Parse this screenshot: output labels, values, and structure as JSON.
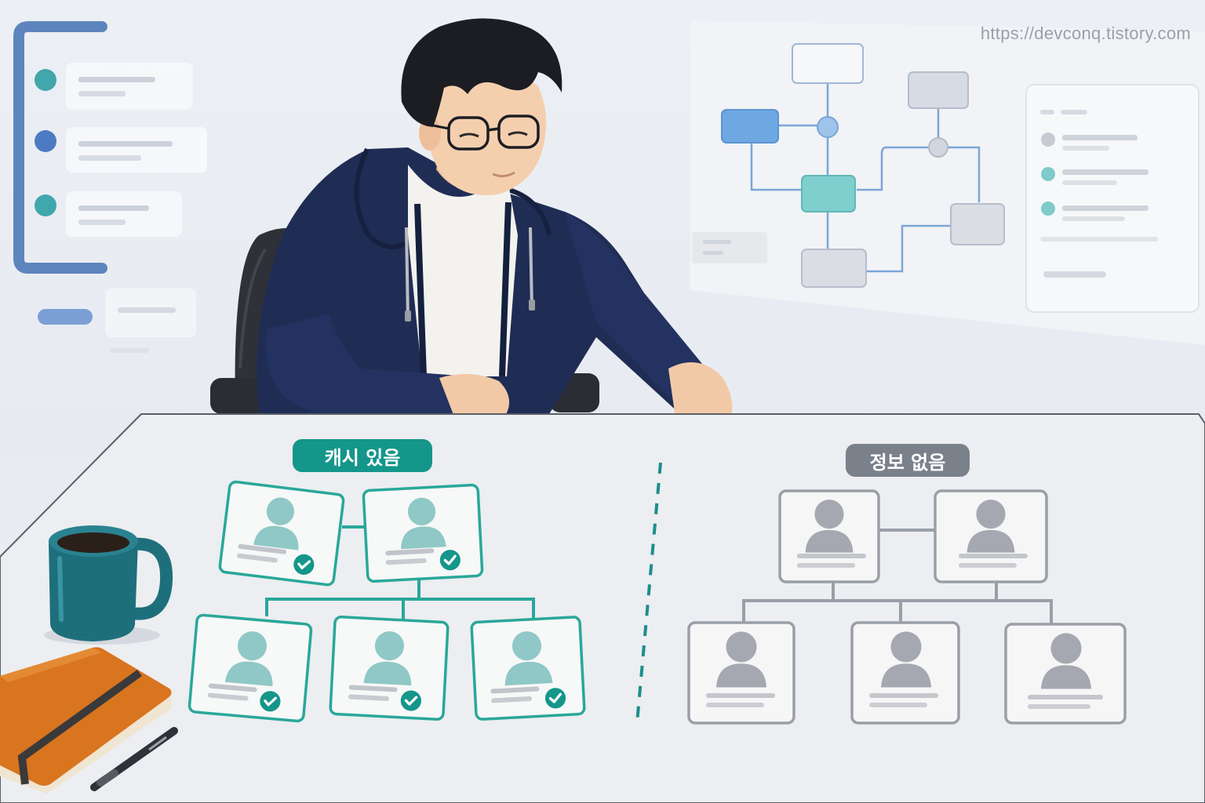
{
  "watermark": "https://devconq.tistory.com",
  "labels": {
    "cache_present": "캐시 있음",
    "no_info": "정보 없음"
  },
  "colors": {
    "teal_accent": "#15968a",
    "teal_card_border": "#2aa79a",
    "teal_avatar": "#8fc8c6",
    "gray_accent": "#7b818b",
    "gray_card_border": "#9a9fa7",
    "gray_avatar": "#a6a8b1",
    "hoodie": "#1f2d55",
    "mug": "#1e6f7c",
    "notebook": "#d9741f"
  },
  "icons": [
    "check-icon",
    "person-icon",
    "coffee-mug-icon",
    "notebook-icon",
    "pen-icon",
    "flowchart-icon"
  ]
}
